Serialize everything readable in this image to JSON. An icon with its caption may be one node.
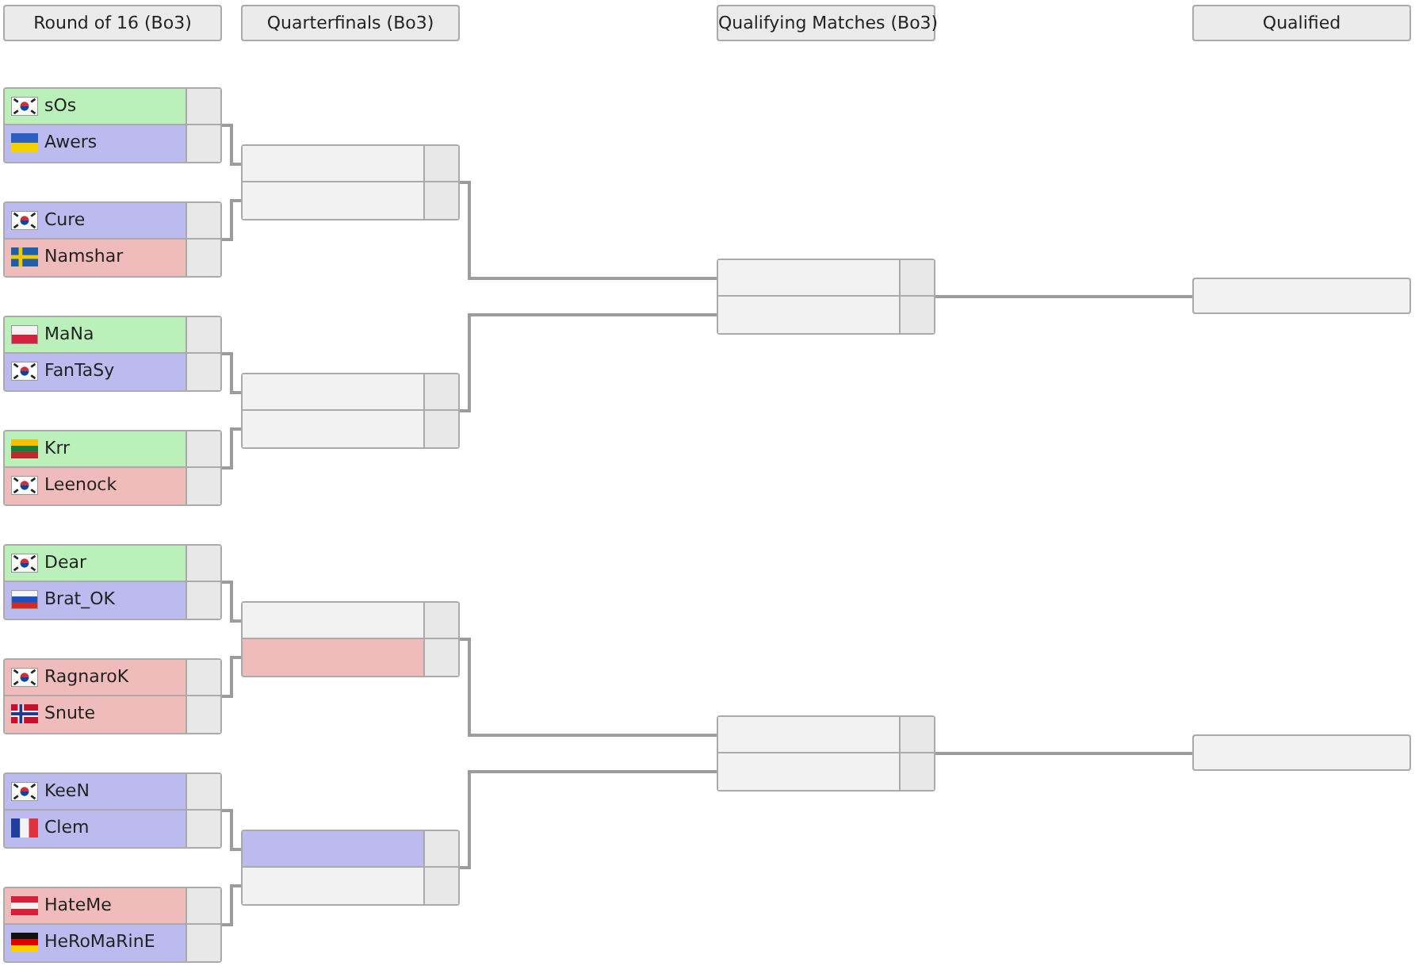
{
  "diagram": {
    "nodes": [
      {
        "text": [
          "Round of 16 (Bo3)"
        ]
      },
      {
        "text": [
          "Quarterfinals (Bo3)"
        ]
      },
      {
        "text": [
          "Qualifying Matches (Bo3)"
        ]
      },
      {
        "text": [
          "Qualified"
        ]
      },
      {
        "text": [],
        "shape": "box"
      },
      {
        "text": [
          "sOs"
        ],
        "in": 4
      },
      {
        "text": [
          "Awers"
        ],
        "in": 4
      },
      {
        "text": [],
        "shape": "box"
      },
      {
        "text": [
          "Cure"
        ],
        "in": 7
      },
      {
        "text": [
          "Namshar"
        ],
        "in": 7
      },
      {
        "text": [],
        "shape": "box"
      },
      {
        "text": [
          "MaNa"
        ],
        "in": 10
      },
      {
        "text": [
          "FanTaSy"
        ],
        "in": 10
      },
      {
        "text": [],
        "shape": "box"
      },
      {
        "text": [
          "Krr"
        ],
        "in": 13
      },
      {
        "text": [
          "Leenock"
        ],
        "in": 13
      },
      {
        "text": [],
        "shape": "box"
      },
      {
        "text": [
          "Dear"
        ],
        "in": 16
      },
      {
        "text": [
          "Brat_OK"
        ],
        "in": 16
      },
      {
        "text": [],
        "shape": "box"
      },
      {
        "text": [
          "RagnaroK"
        ],
        "in": 19
      },
      {
        "text": [
          "Snute"
        ],
        "in": 19
      },
      {
        "text": [],
        "shape": "box"
      },
      {
        "text": [
          "KeeN"
        ],
        "in": 22
      },
      {
        "text": [
          "Clem"
        ],
        "in": 22
      },
      {
        "text": [],
        "shape": "box"
      },
      {
        "text": [
          "HateMe"
        ],
        "in": 25
      },
      {
        "text": [
          "HeRoMaRinE"
        ],
        "in": 25
      },
      {
        "text": [],
        "shape": "box"
      },
      {
        "text": [],
        "shape": "box",
        "in": 28
      },
      {
        "text": [],
        "shape": "box",
        "in": 28
      },
      {
        "text": [],
        "shape": "box"
      },
      {
        "text": [],
        "shape": "box",
        "in": 31
      },
      {
        "text": [],
        "shape": "box",
        "in": 31
      },
      {
        "text": [],
        "shape": "box"
      },
      {
        "text": [],
        "shape": "box",
        "in": 34
      },
      {
        "text": [],
        "shape": "box",
        "in": 34
      },
      {
        "text": [],
        "shape": "box"
      },
      {
        "text": [],
        "shape": "box",
        "in": 37
      },
      {
        "text": [],
        "shape": "box",
        "in": 37
      },
      {
        "text": [],
        "shape": "box"
      },
      {
        "text": [],
        "shape": "box",
        "in": 40
      },
      {
        "text": [],
        "shape": "box",
        "in": 40
      },
      {
        "text": [],
        "shape": "box"
      },
      {
        "text": [],
        "shape": "box",
        "in": 43
      },
      {
        "text": [],
        "shape": "box",
        "in": 43
      },
      {
        "text": [],
        "shape": "box"
      },
      {
        "text": [],
        "shape": "box"
      }
    ],
    "edges": [
      {
        "from": 4,
        "to": 29,
        "arrow": "none"
      },
      {
        "from": 7,
        "to": 30,
        "arrow": "none"
      },
      {
        "from": 10,
        "to": 32,
        "arrow": "none"
      },
      {
        "from": 13,
        "to": 33,
        "arrow": "none"
      },
      {
        "from": 16,
        "to": 35,
        "arrow": "none"
      },
      {
        "from": 19,
        "to": 36,
        "arrow": "none"
      },
      {
        "from": 22,
        "to": 38,
        "arrow": "none"
      },
      {
        "from": 25,
        "to": 39,
        "arrow": "none"
      },
      {
        "from": 28,
        "to": 41,
        "arrow": "none"
      },
      {
        "from": 31,
        "to": 42,
        "arrow": "none"
      },
      {
        "from": 34,
        "to": 44,
        "arrow": "none"
      },
      {
        "from": 37,
        "to": 45,
        "arrow": "none"
      },
      {
        "from": 40,
        "to": 46,
        "arrow": "none"
      },
      {
        "from": 43,
        "to": 47,
        "arrow": "none"
      }
    ]
  }
}
